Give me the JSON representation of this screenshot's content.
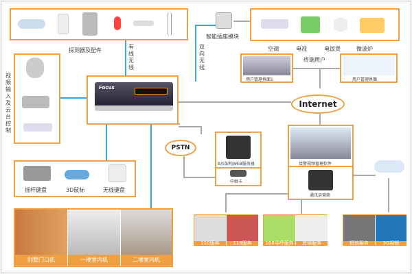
{
  "detectors": {
    "label": "探测器及配件"
  },
  "links": {
    "wired_wireless": "有线无线",
    "bidirectional_wireless": "双向无线"
  },
  "smart_socket": {
    "label": "智能插座模块"
  },
  "appliances": [
    "空调",
    "电视",
    "电饭煲",
    "微波炉"
  ],
  "terminal_users": {
    "label": "终端用户",
    "screens": [
      "用户管理界面1",
      "用户管理界面"
    ]
  },
  "internet": "Internet",
  "pstn": "PSTN",
  "host": {
    "brand": "Focus"
  },
  "video": {
    "label": "视频输入及云台控制"
  },
  "controls": [
    "摇杆键盘",
    "3D鼠标",
    "无线键盘"
  ],
  "intercom": [
    "别墅门口机",
    "一楼室内机",
    "二楼室内机"
  ],
  "server": {
    "web": "B/S架构WEB服务器",
    "relay": "中继卡"
  },
  "center": {
    "software": "接警视频管理软件",
    "operator": "通讯运营商"
  },
  "services": [
    "110服务",
    "119服务",
    "168寻呼服务",
    "其他服务"
  ],
  "mobile": [
    "短信服务",
    "3G视频"
  ],
  "colors": {
    "border": "#f0a040",
    "link_blue": "#3aa6e0",
    "link_gray": "#aaaaaa"
  }
}
